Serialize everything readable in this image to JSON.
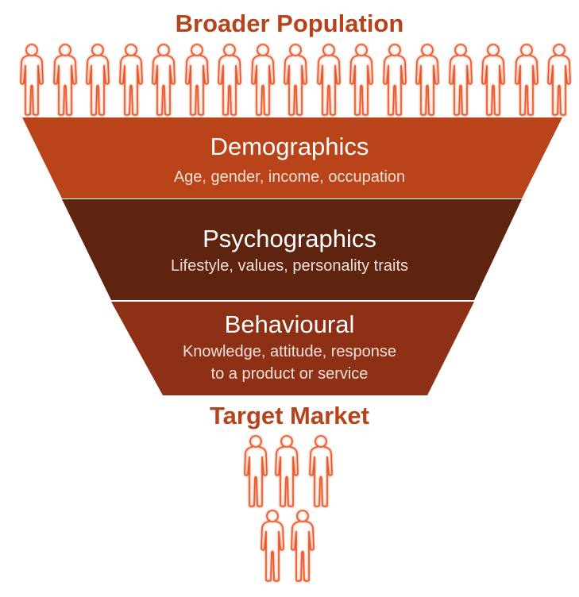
{
  "top_label": "Broader Population",
  "bottom_label": "Target Market",
  "population_count": 17,
  "target_count": 5,
  "colors": {
    "title": "#b6431c",
    "figure": "#e8582b",
    "band1": "#b9441a",
    "band2": "#5e2410",
    "band3": "#8e3016"
  },
  "bands": [
    {
      "title": "Demographics",
      "subtitle": "Age, gender, income, occupation"
    },
    {
      "title": "Psychographics",
      "subtitle": "Lifestyle, values, personality traits"
    },
    {
      "title": "Behavioural",
      "subtitle_line1": "Knowledge, attitude, response",
      "subtitle_line2": "to a product or service"
    }
  ]
}
